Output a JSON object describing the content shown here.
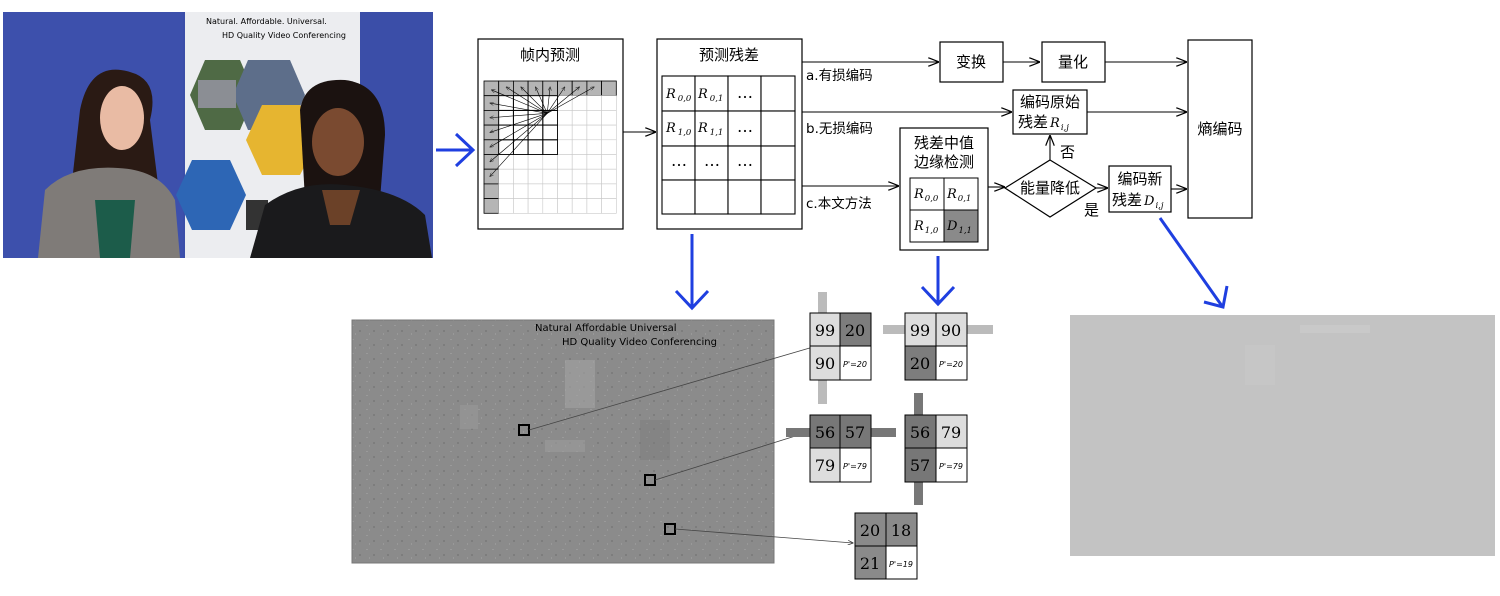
{
  "photo": {
    "banner_line1": "Natural. Affordable. Universal.",
    "banner_line2": "HD Quality Video Conferencing"
  },
  "residual_image_text": {
    "line1": "Natural Affordable Universal",
    "line2": "HD Quality Video Conferencing"
  },
  "blocks": {
    "intra": "帧内预测",
    "pred_residual": "预测残差",
    "transform": "变换",
    "quantize": "量化",
    "entropy": "熵编码",
    "median_l1": "残差中值",
    "median_l2": "边缘检测",
    "orig_l1": "编码原始",
    "orig_l2": "残差",
    "new_l1": "编码新",
    "new_l2": "残差",
    "energy": "能量降低",
    "no": "否",
    "yes": "是"
  },
  "paths": {
    "a": "a.有损编码",
    "b": "b.无损编码",
    "c": "c.本文方法"
  },
  "matrix": {
    "r00": "R",
    "r00s": "0,0",
    "r01": "R",
    "r01s": "0,1",
    "r10": "R",
    "r10s": "1,0",
    "r11": "R",
    "r11s": "1,1",
    "dots": "…",
    "d11": "D",
    "d11s": "1,1",
    "rij": "R",
    "rijs": "i,j",
    "dij": "D",
    "dijs": "i,j"
  },
  "examples": {
    "ex1": {
      "a": "99",
      "b": "20",
      "c": "90",
      "p": "P'=20"
    },
    "ex1r": {
      "a": "99",
      "b": "90",
      "c": "20",
      "p": "P'=20"
    },
    "ex2": {
      "a": "56",
      "b": "57",
      "c": "79",
      "p": "P'=79"
    },
    "ex2r": {
      "a": "56",
      "b": "79",
      "c": "57",
      "p": "P'=79"
    },
    "ex3": {
      "a": "20",
      "b": "18",
      "c": "21",
      "p": "P'=19"
    }
  },
  "colors": {
    "arrow_blue": "#1f3fe0",
    "residual_gray": "#8c8c8c",
    "result_gray": "#c3c3c3",
    "photo_backdrop": "#3b4ea8"
  }
}
